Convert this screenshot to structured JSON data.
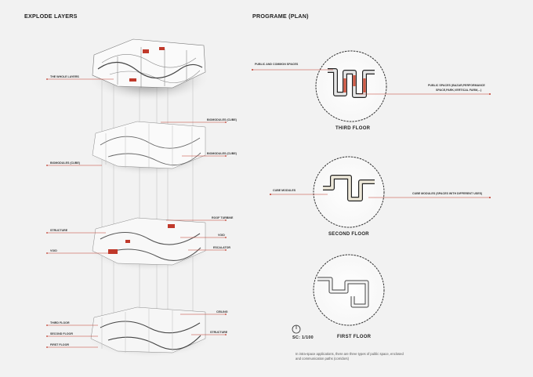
{
  "headings": {
    "explode_layers": "EXPLODE LAYERS",
    "programe_plan": "PROGRAME (PLAN)"
  },
  "left_labels": {
    "whole_layers": "THE WHOLE LAYERS",
    "biomodules_left": "BIOMODULES (CUBE)",
    "biomodules_right_top": "BIOMODULES (CUBE)",
    "biomodules_right_mid": "BIOMODULES (CUBE)",
    "structure_left": "STRUCTURE",
    "void_left": "VOID",
    "roof_turbine": "ROOF TURBINE",
    "void_right": "VOID",
    "escalator": "ESCALATOR",
    "ceiling": "CEILING",
    "structure_right": "STRUCTURE",
    "third_floor": "THIRD FLOOR",
    "second_floor": "SECOND FLOOR",
    "first_floor": "FIRST FLOOR"
  },
  "plan": {
    "public_common": "PUBLIC  AND  COMMON SPACES",
    "public_spaces_1": "PUBLIC SPACES (BAZAR,PERFORMANCE",
    "public_spaces_2": "SPACE,PARK,VERTICAL FARM,...)",
    "third_floor": "THIRD FLOOR",
    "cube_modules": "CUBE MODULES",
    "cube_modules_diff": "CUBE MODULES (SPACES WITH DIFFERENT USES)",
    "second_floor": "SECOND  FLOOR",
    "first_floor": "FIRST  FLOOR",
    "scale": "SC: 1/100",
    "note_1": "In intra-space applications, there are three types of public space, enclosed",
    "note_2": "and communication paths (corridors)"
  },
  "colors": {
    "accent_red": "#c0392b",
    "leader_line": "#c0392b",
    "background": "#f2f2f2"
  }
}
